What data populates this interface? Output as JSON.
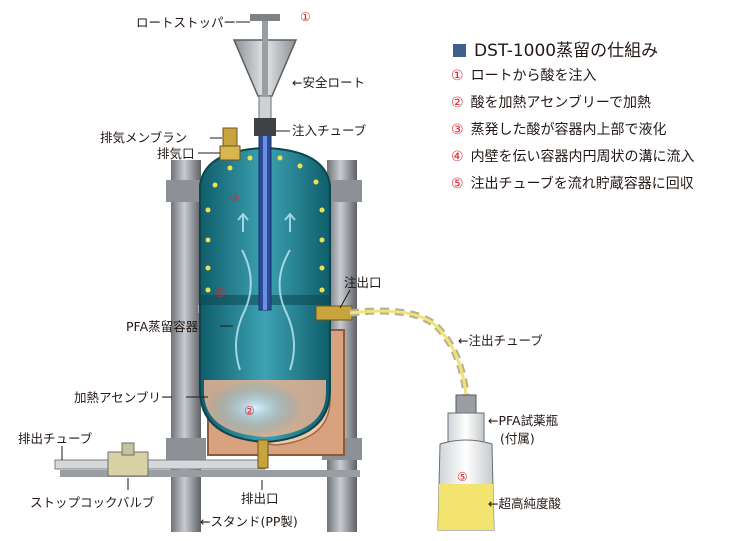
{
  "legend": {
    "title": "DST-1000蒸留の仕組み",
    "items": [
      {
        "num": "①",
        "text": "ロートから酸を注入"
      },
      {
        "num": "②",
        "text": "酸を加熱アセンブリーで加熱"
      },
      {
        "num": "③",
        "text": "蒸発した酸が容器内上部で液化"
      },
      {
        "num": "④",
        "text": "内壁を伝い容器内円周状の溝に流入"
      },
      {
        "num": "⑤",
        "text": "注出チューブを流れ貯蔵容器に回収"
      }
    ]
  },
  "markers": {
    "m1": "①",
    "m2": "②",
    "m3": "③",
    "m4": "④",
    "m5": "⑤"
  },
  "labels": {
    "funnel_stopper": "ロートストッパー",
    "safety_funnel": "←安全ロート",
    "exhaust_membrane": "排気メンブラン",
    "exhaust_port": "排気口",
    "inject_tube": "注入チューブ",
    "outlet_port": "注出口",
    "outlet_tube": "←注出チューブ",
    "pfa_vessel": "PFA蒸留容器",
    "heating_assembly": "加熱アセンブリー",
    "drain_tube": "排出チューブ",
    "stopcock_valve": "ストップコックバルブ",
    "drain_port": "排出口",
    "stand": "←スタンド(PP製)",
    "pfa_bottle_line1": "←PFA試薬瓶",
    "pfa_bottle_line2": "(付属)",
    "ultra_pure_acid": "←超高純度酸"
  },
  "colors": {
    "accent_number": "#d7282f",
    "legend_square": "#3f5f8f",
    "vessel": "#2e8a9c",
    "heater": "#d9a27e",
    "acid": "#f2e46e"
  }
}
